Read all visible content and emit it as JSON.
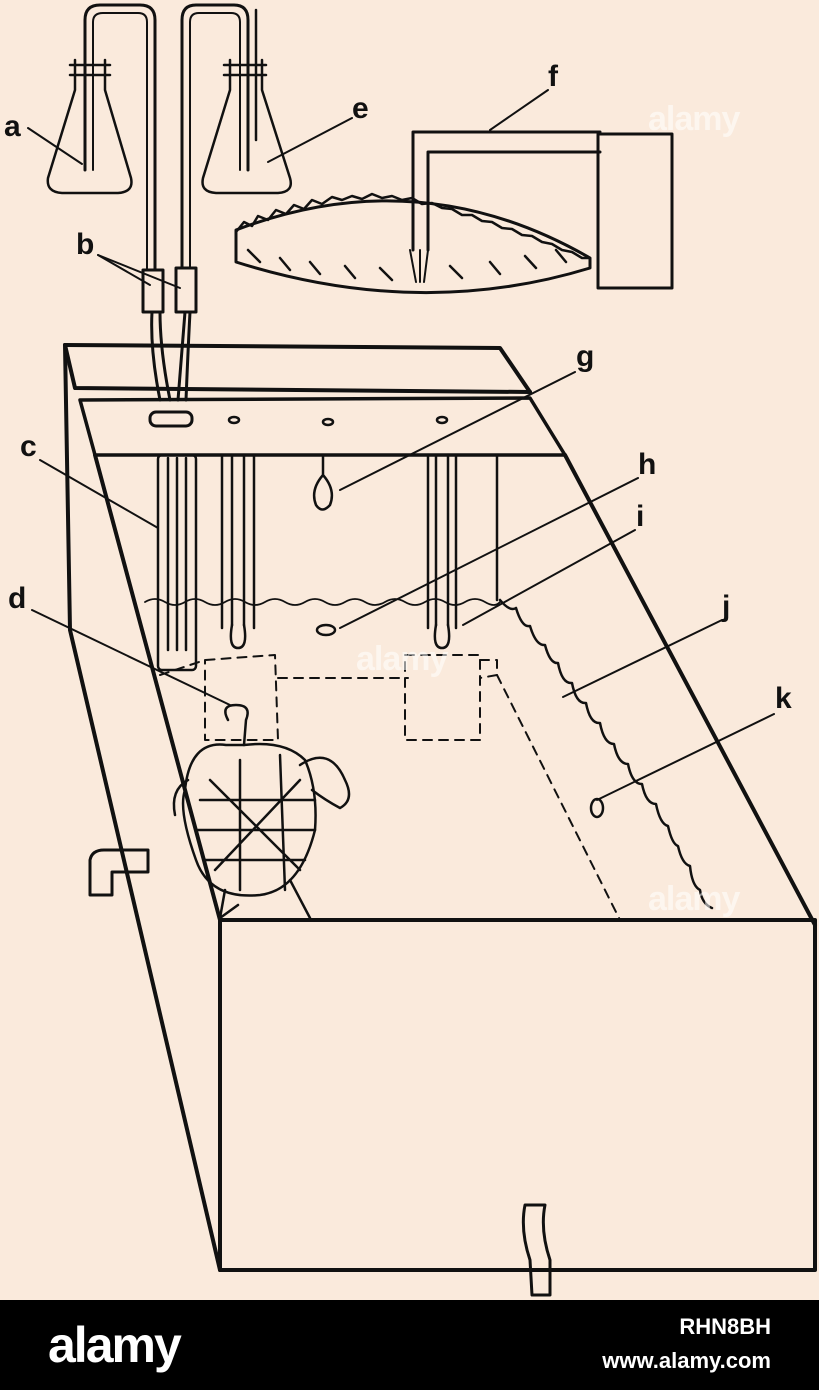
{
  "labels": {
    "a": "a",
    "b": "b",
    "c": "c",
    "d": "d",
    "e": "e",
    "f": "f",
    "g": "g",
    "h": "h",
    "i": "i",
    "j": "j",
    "k": "k"
  },
  "watermark": "alamy",
  "footer": {
    "brand": "alamy",
    "image_id": "RHN8BH",
    "url": "www.alamy.com"
  },
  "colors": {
    "background": "#faeadc",
    "ink": "#111111",
    "footer": "#000000"
  }
}
